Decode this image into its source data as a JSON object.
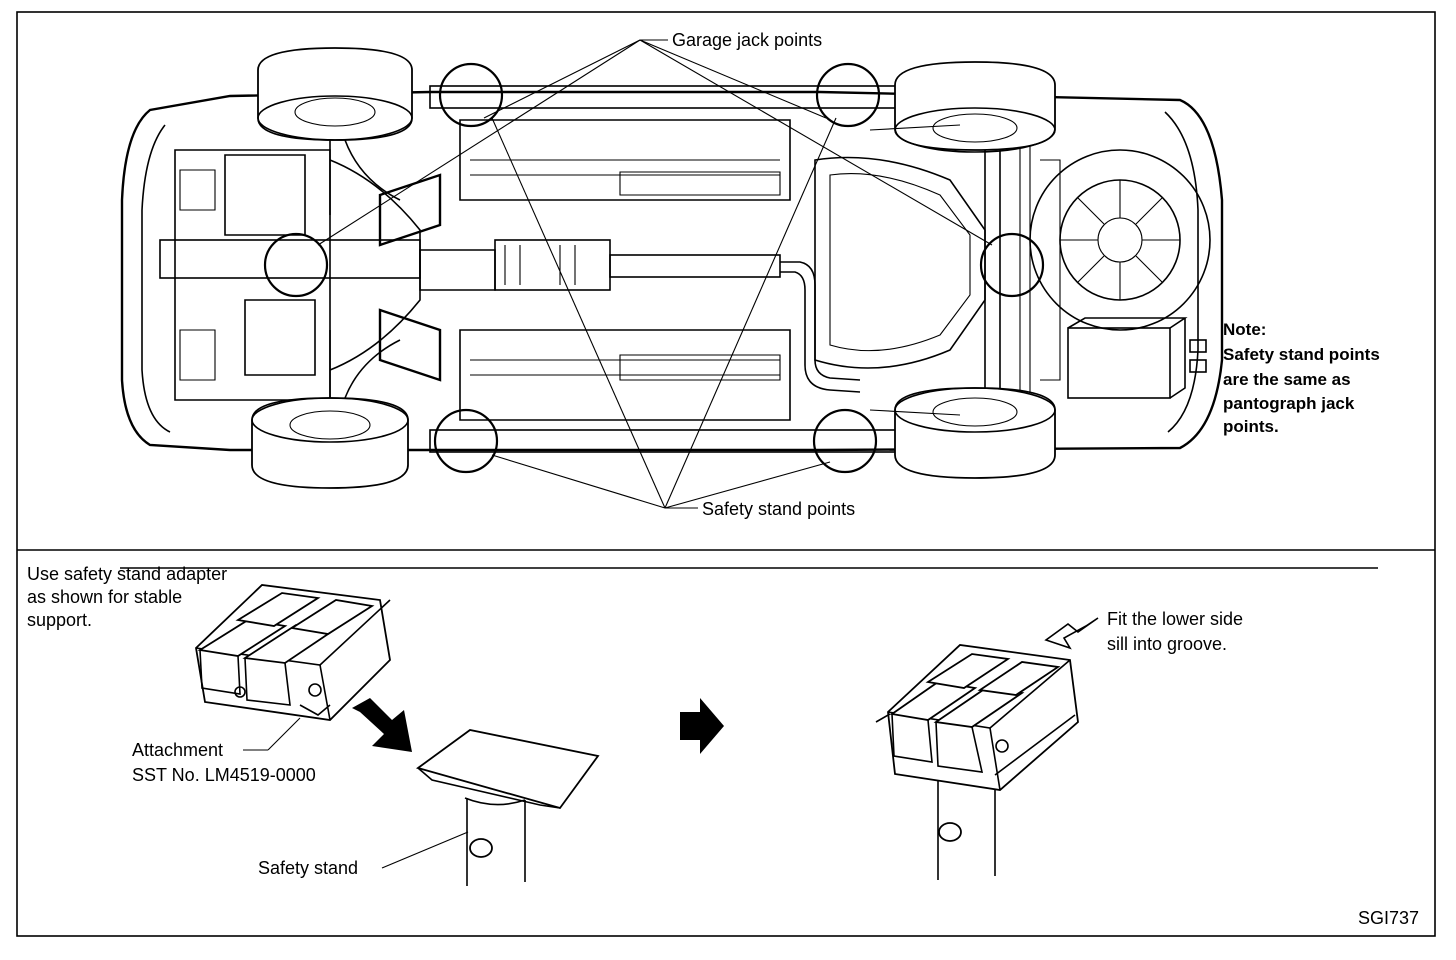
{
  "labels": {
    "garage_jack_points": "Garage jack points",
    "safety_stand_points": "Safety stand points",
    "note_title": "Note:",
    "note_line1": "Safety stand points",
    "note_line2": "are the same as",
    "note_line3": "pantograph jack",
    "note_line4": "points.",
    "adapter_line1": "Use safety stand adapter",
    "adapter_line2": "as shown for stable",
    "adapter_line3": "support.",
    "attachment_line1": "Attachment",
    "attachment_line2": "SST No. LM4519-0000",
    "safety_stand": "Safety stand",
    "fit_line1": "Fit the lower side",
    "fit_line2": "sill into groove.",
    "figure_code": "SGI737"
  }
}
